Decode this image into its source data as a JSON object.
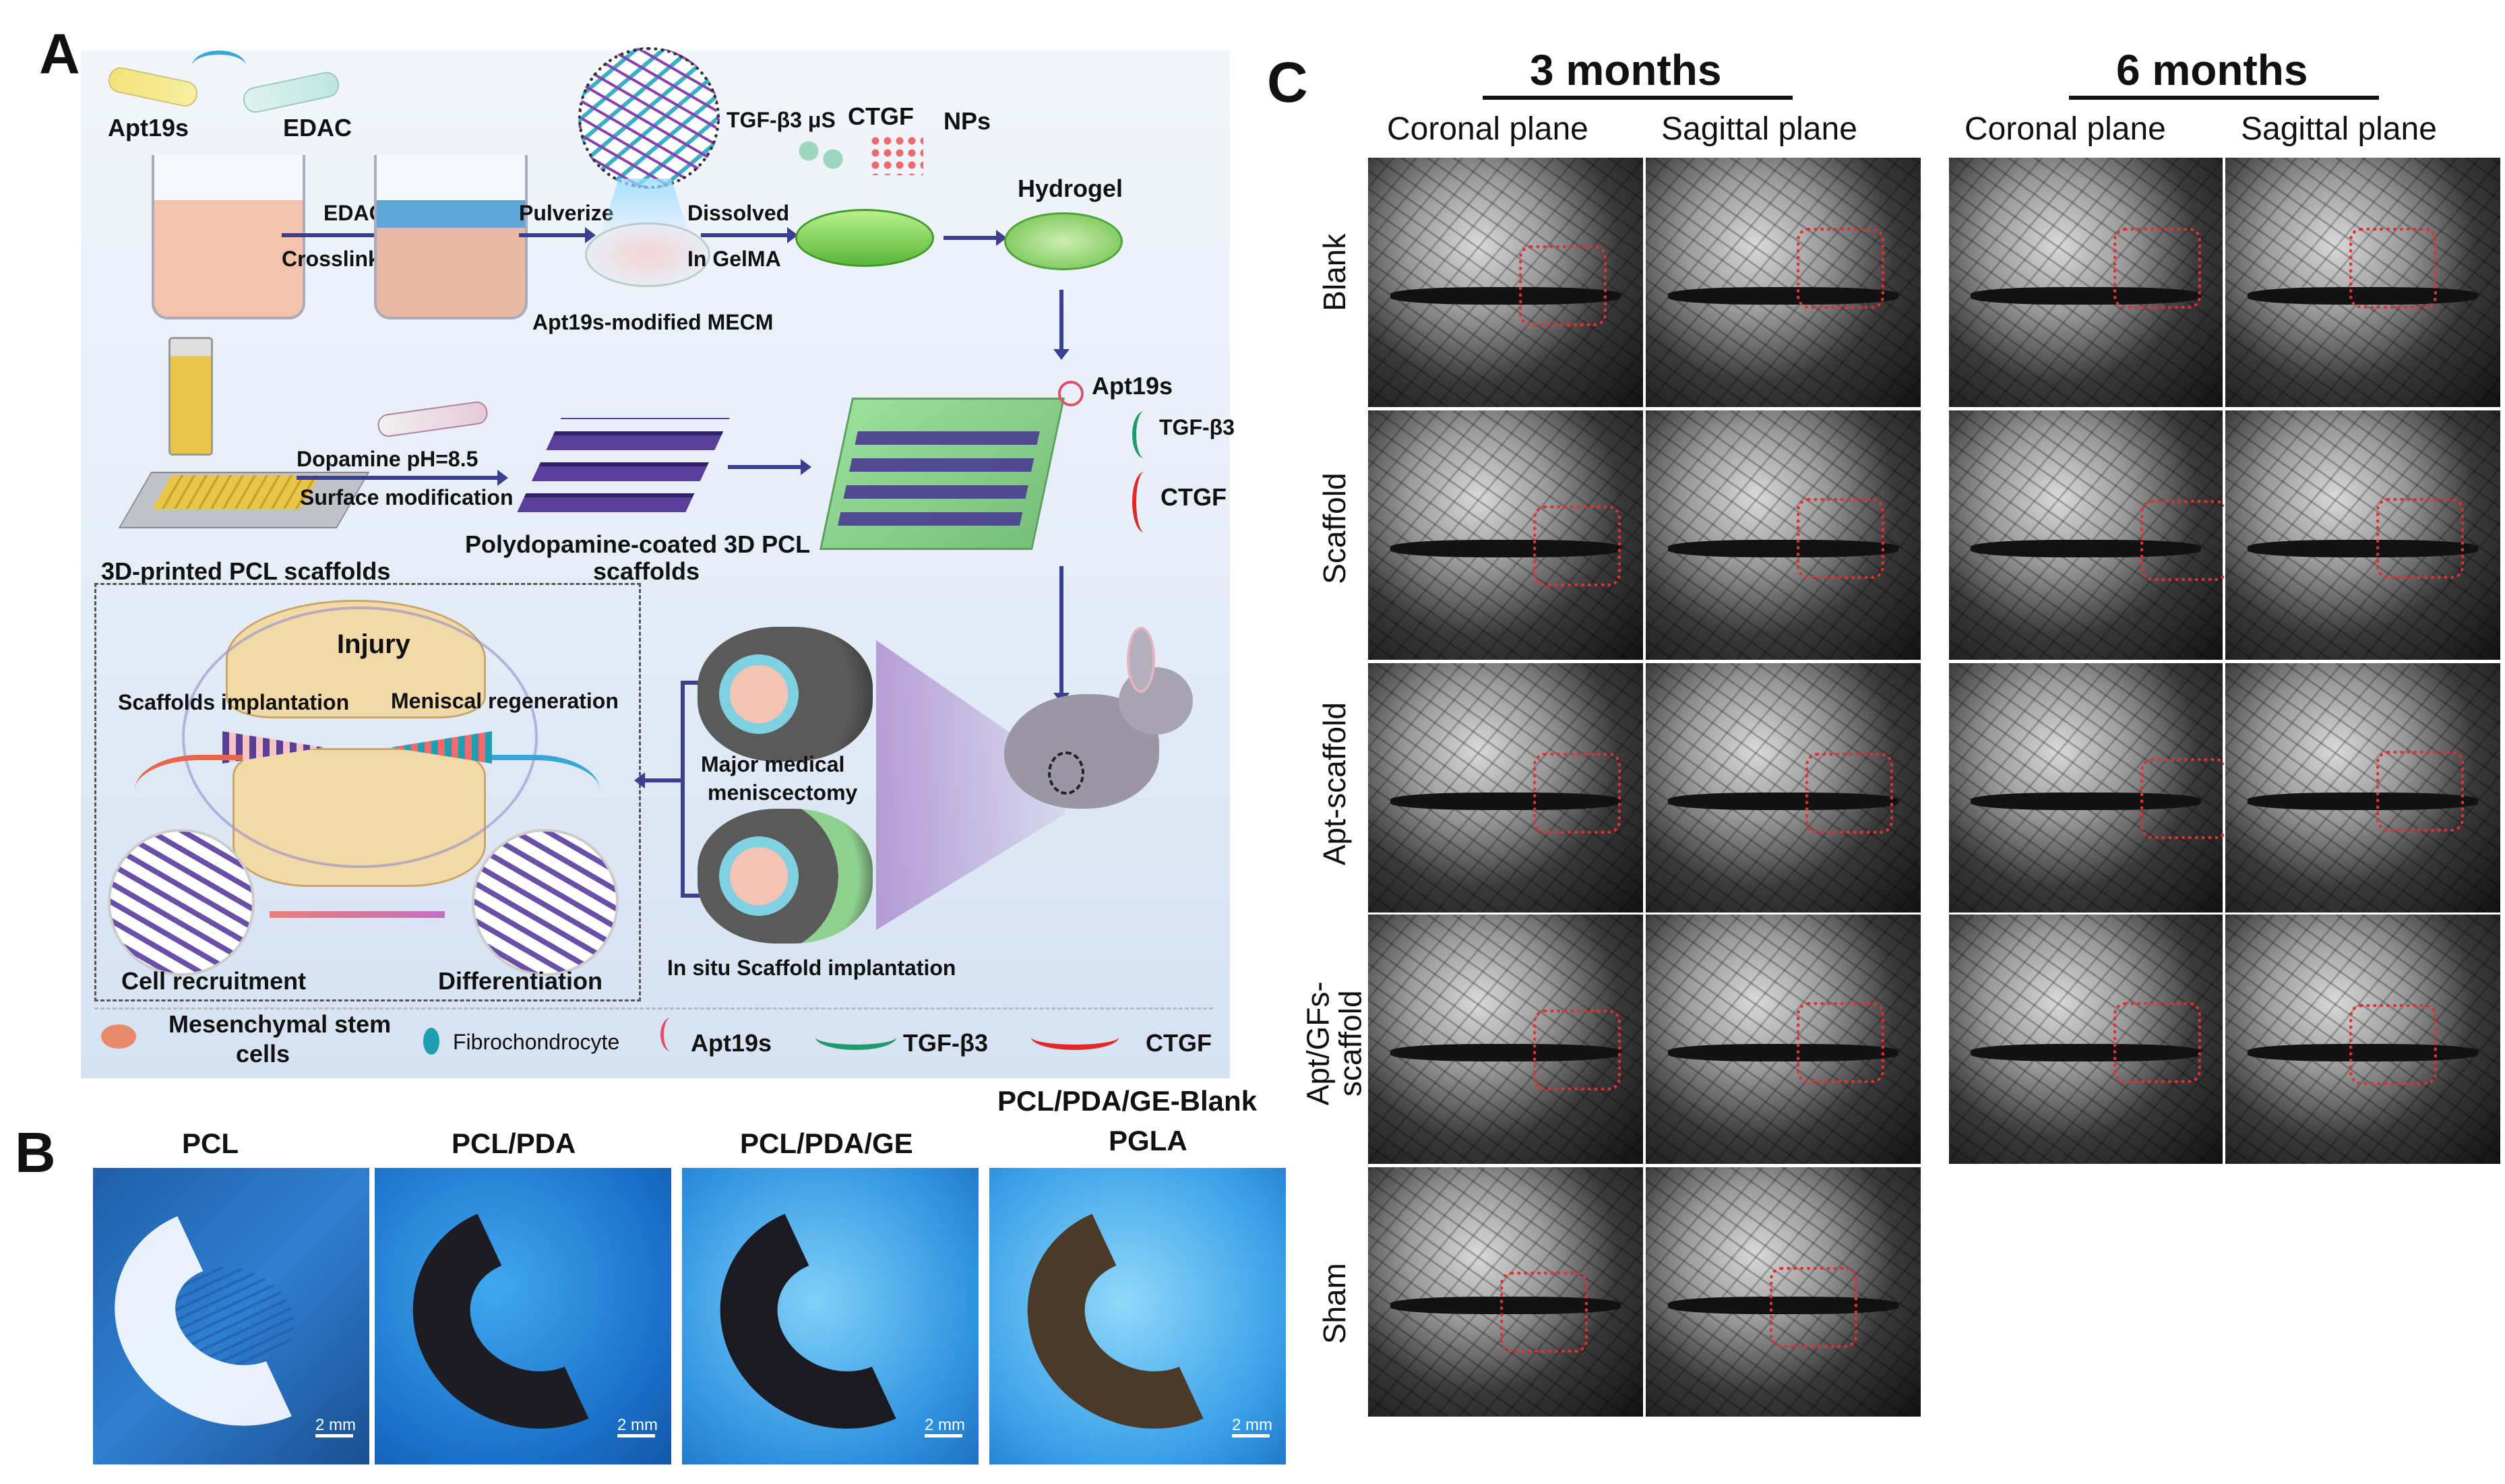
{
  "panels": {
    "A": {
      "letter": "A",
      "labels": {
        "apt19s": "Apt19s",
        "edac": "EDAC",
        "edac_step": "EDAC",
        "crosslinking": "Crosslinking",
        "pulverize": "Pulverize",
        "dissolved": "Dissolved",
        "in_gelma": "In GelMA",
        "tgf_us": "TGF-β3 μS",
        "ctgf": "CTGF",
        "nps": "NPs",
        "hydrogel": "Hydrogel",
        "apt_mecm": "Apt19s-modified MECM",
        "dopamine": "Dopamine pH=8.5",
        "surface_mod": "Surface modification",
        "pda_scaffold_1": "Polydopamine-coated 3D PCL",
        "pda_scaffold_2": "scaffolds",
        "printed_pcl": "3D-printed PCL scaffolds",
        "release_apt": "Apt19s",
        "release_tgf": "TGF-β3",
        "release_ctgf": "CTGF",
        "injury": "Injury",
        "scaffold_implant": "Scaffolds implantation",
        "meniscal_regen": "Meniscal regeneration",
        "cell_recruit": "Cell recruitment",
        "differentiation": "Differentiation",
        "meniscectomy_1": "Major medical",
        "meniscectomy_2": "meniscectomy",
        "in_situ": "In situ Scaffold implantation"
      },
      "legend": {
        "msc_1": "Mesenchymal stem",
        "msc_2": "cells",
        "fibro": "Fibrochondrocyte",
        "apt": "Apt19s",
        "tgf": "TGF-β3",
        "ctgf": "CTGF"
      }
    },
    "B": {
      "letter": "B",
      "photos": [
        {
          "label": "PCL",
          "scale": "2 mm"
        },
        {
          "label": "PCL/PDA",
          "scale": "2 mm"
        },
        {
          "label": "PCL/PDA/GE",
          "scale": "2 mm"
        },
        {
          "label": "PCL/PDA/GE-Blank",
          "label2": "PGLA",
          "scale": "2 mm"
        }
      ]
    },
    "C": {
      "letter": "C",
      "times": [
        "3 months",
        "6 months"
      ],
      "planes": [
        "Coronal plane",
        "Sagittal plane",
        "Coronal plane",
        "Sagittal plane"
      ],
      "rows": [
        "Blank",
        "Scaffold",
        "Apt-scaffold",
        "Apt/GFs-\nscaffold",
        "Sham"
      ]
    }
  },
  "colors": {
    "arrow": "#3b3f8f",
    "roi": "#e23030",
    "apt": "#e0506a",
    "tgf": "#1f9a6a",
    "ctgf": "#e02828",
    "scaffold_purple": "#4a3b8f",
    "msc": "#e88a6a",
    "fibro": "#1fa0b0"
  }
}
